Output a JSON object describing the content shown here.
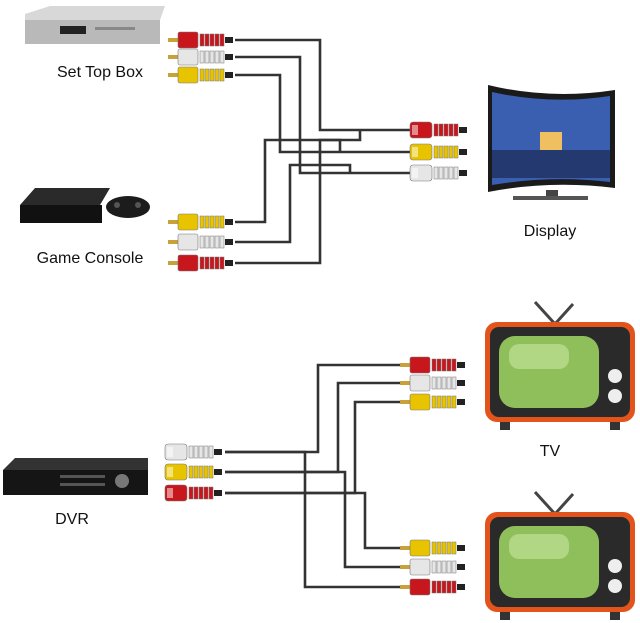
{
  "labels": {
    "set_top_box": "Set Top Box",
    "game_console": "Game Console",
    "display": "Display",
    "dvr": "DVR",
    "tv": "TV"
  },
  "colors": {
    "red": "#c8161d",
    "white": "#e6e6e6",
    "yellow": "#e8c400",
    "cable": "#333333",
    "tv_body": "#e2541b"
  }
}
